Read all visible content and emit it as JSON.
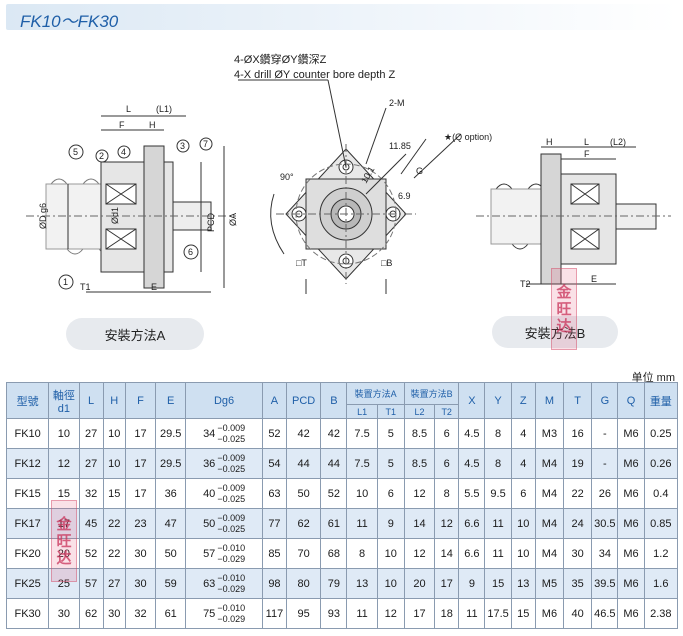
{
  "title": "FK10～FK30",
  "drawing": {
    "note_cn": "4-ØX鑽穿ØY鑽深Z",
    "note_en": "4-X drill ØY counter bore depth Z",
    "labels_a": {
      "L": "L",
      "L1": "(L1)",
      "F": "F",
      "H": "H",
      "n5": "5",
      "n2": "2",
      "n4": "4",
      "n3": "3",
      "n7": "7",
      "n6": "6",
      "n1": "1",
      "Dg6": "ØD g6",
      "d1": "Ød1",
      "PCD": "PCD",
      "A": "ØA",
      "T1": "T1",
      "E": "E"
    },
    "labels_mid": {
      "m2": "2-M",
      "q": "★(Q option)",
      "d1185": "11.85",
      "d69": "6.9",
      "deg": "90°",
      "G": "G",
      "T": "□T",
      "B": "□B",
      "d10": "10.1"
    },
    "labels_b": {
      "H": "H",
      "L": "L",
      "L2": "(L2)",
      "F": "F",
      "T2": "T2",
      "E": "E"
    }
  },
  "method_a": "安裝方法A",
  "method_b": "安裝方法B",
  "stamp_chars": [
    "金",
    "旺",
    "达"
  ],
  "unit": "单位 mm",
  "table": {
    "headers": {
      "model": "型號",
      "shaft": "軸徑",
      "d1": "d1",
      "L": "L",
      "H": "H",
      "F": "F",
      "E": "E",
      "Dg6": "Dg6",
      "A": "A",
      "PCD": "PCD",
      "B": "B",
      "mountA": "裝置方法A",
      "mountB": "裝置方法B",
      "X": "X",
      "Y": "Y",
      "Z": "Z",
      "M": "M",
      "T": "T",
      "G": "G",
      "Q": "Q",
      "weight": "重量",
      "L1": "L1",
      "T1": "T1",
      "L2": "L2",
      "T2": "T2"
    },
    "rows": [
      {
        "model": "FK10",
        "d1": "10",
        "L": "27",
        "H": "10",
        "F": "17",
        "E": "29.5",
        "D": "34",
        "tol_up": "−0.009",
        "tol_low": "−0.025",
        "A": "52",
        "PCD": "42",
        "B": "42",
        "L1": "7.5",
        "T1": "5",
        "L2": "8.5",
        "T2": "6",
        "X": "4.5",
        "Y": "8",
        "Z": "4",
        "M": "M3",
        "T": "16",
        "G": "-",
        "Q": "M6",
        "W": "0.25"
      },
      {
        "model": "FK12",
        "d1": "12",
        "L": "27",
        "H": "10",
        "F": "17",
        "E": "29.5",
        "D": "36",
        "tol_up": "−0.009",
        "tol_low": "−0.025",
        "A": "54",
        "PCD": "44",
        "B": "44",
        "L1": "7.5",
        "T1": "5",
        "L2": "8.5",
        "T2": "6",
        "X": "4.5",
        "Y": "8",
        "Z": "4",
        "M": "M4",
        "T": "19",
        "G": "-",
        "Q": "M6",
        "W": "0.26"
      },
      {
        "model": "FK15",
        "d1": "15",
        "L": "32",
        "H": "15",
        "F": "17",
        "E": "36",
        "D": "40",
        "tol_up": "−0.009",
        "tol_low": "−0.025",
        "A": "63",
        "PCD": "50",
        "B": "52",
        "L1": "10",
        "T1": "6",
        "L2": "12",
        "T2": "8",
        "X": "5.5",
        "Y": "9.5",
        "Z": "6",
        "M": "M4",
        "T": "22",
        "G": "26",
        "Q": "M6",
        "W": "0.4"
      },
      {
        "model": "FK17",
        "d1": "17",
        "L": "45",
        "H": "22",
        "F": "23",
        "E": "47",
        "D": "50",
        "tol_up": "−0.009",
        "tol_low": "−0.025",
        "A": "77",
        "PCD": "62",
        "B": "61",
        "L1": "11",
        "T1": "9",
        "L2": "14",
        "T2": "12",
        "X": "6.6",
        "Y": "11",
        "Z": "10",
        "M": "M4",
        "T": "24",
        "G": "30.5",
        "Q": "M6",
        "W": "0.85"
      },
      {
        "model": "FK20",
        "d1": "20",
        "L": "52",
        "H": "22",
        "F": "30",
        "E": "50",
        "D": "57",
        "tol_up": "−0.010",
        "tol_low": "−0.029",
        "A": "85",
        "PCD": "70",
        "B": "68",
        "L1": "8",
        "T1": "10",
        "L2": "12",
        "T2": "14",
        "X": "6.6",
        "Y": "11",
        "Z": "10",
        "M": "M4",
        "T": "30",
        "G": "34",
        "Q": "M6",
        "W": "1.2"
      },
      {
        "model": "FK25",
        "d1": "25",
        "L": "57",
        "H": "27",
        "F": "30",
        "E": "59",
        "D": "63",
        "tol_up": "−0.010",
        "tol_low": "−0.029",
        "A": "98",
        "PCD": "80",
        "B": "79",
        "L1": "13",
        "T1": "10",
        "L2": "20",
        "T2": "17",
        "X": "9",
        "Y": "15",
        "Z": "13",
        "M": "M5",
        "T": "35",
        "G": "39.5",
        "Q": "M6",
        "W": "1.6"
      },
      {
        "model": "FK30",
        "d1": "30",
        "L": "62",
        "H": "30",
        "F": "32",
        "E": "61",
        "D": "75",
        "tol_up": "−0.010",
        "tol_low": "−0.029",
        "A": "117",
        "PCD": "95",
        "B": "93",
        "L1": "11",
        "T1": "12",
        "L2": "17",
        "T2": "18",
        "X": "11",
        "Y": "17.5",
        "Z": "15",
        "M": "M6",
        "T": "40",
        "G": "46.5",
        "Q": "M6",
        "W": "2.38"
      }
    ]
  }
}
